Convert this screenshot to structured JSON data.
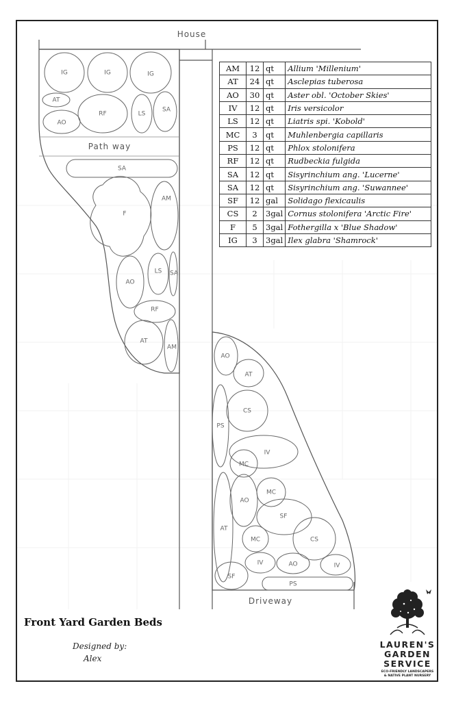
{
  "plan": {
    "house_label": "House",
    "pathway_label": "Path way",
    "driveway_label": "Driveway",
    "beds": [
      {
        "code": "IG"
      },
      {
        "code": "IG"
      },
      {
        "code": "IG"
      },
      {
        "code": "AT"
      },
      {
        "code": "RF"
      },
      {
        "code": "LS"
      },
      {
        "code": "SA"
      },
      {
        "code": "AO"
      },
      {
        "code": "SA"
      },
      {
        "code": "F"
      },
      {
        "code": "AM"
      },
      {
        "code": "AO"
      },
      {
        "code": "LS"
      },
      {
        "code": "SA"
      },
      {
        "code": "RF"
      },
      {
        "code": "AT"
      },
      {
        "code": "AM"
      },
      {
        "code": "AO"
      },
      {
        "code": "AT"
      },
      {
        "code": "CS"
      },
      {
        "code": "PS"
      },
      {
        "code": "IV"
      },
      {
        "code": "MC"
      },
      {
        "code": "MC"
      },
      {
        "code": "AO"
      },
      {
        "code": "SF"
      },
      {
        "code": "AT"
      },
      {
        "code": "MC"
      },
      {
        "code": "CS"
      },
      {
        "code": "SF"
      },
      {
        "code": "IV"
      },
      {
        "code": "AO"
      },
      {
        "code": "IV"
      },
      {
        "code": "PS"
      }
    ]
  },
  "plant_table": [
    {
      "code": "AM",
      "qty": "12",
      "unit": "qt",
      "name": "Allium 'Millenium'"
    },
    {
      "code": "AT",
      "qty": "24",
      "unit": "qt",
      "name": "Asclepias tuberosa"
    },
    {
      "code": "AO",
      "qty": "30",
      "unit": "qt",
      "name": "Aster obl. 'October Skies'"
    },
    {
      "code": "IV",
      "qty": "12",
      "unit": "qt",
      "name": "Iris versicolor"
    },
    {
      "code": "LS",
      "qty": "12",
      "unit": "qt",
      "name": "Liatris spi. 'Kobold'"
    },
    {
      "code": "MC",
      "qty": "3",
      "unit": "qt",
      "name": "Muhlenbergia capillaris"
    },
    {
      "code": "PS",
      "qty": "12",
      "unit": "qt",
      "name": "Phlox stolonifera"
    },
    {
      "code": "RF",
      "qty": "12",
      "unit": "qt",
      "name": "Rudbeckia fulgida"
    },
    {
      "code": "SA",
      "qty": "12",
      "unit": "qt",
      "name": "Sisyrinchium ang. 'Lucerne'"
    },
    {
      "code": "SA",
      "qty": "12",
      "unit": "qt",
      "name": "Sisyrinchium ang. 'Suwannee'"
    },
    {
      "code": "SF",
      "qty": "12",
      "unit": "gal",
      "name": "Solidago flexicaulis"
    },
    {
      "code": "CS",
      "qty": "2",
      "unit": "3gal",
      "name": "Cornus stolonifera 'Arctic Fire'"
    },
    {
      "code": "F",
      "qty": "5",
      "unit": "3gal",
      "name": "Fothergilla x 'Blue Shadow'"
    },
    {
      "code": "IG",
      "qty": "3",
      "unit": "3gal",
      "name": "Ilex glabra 'Shamrock'"
    }
  ],
  "title": "Front Yard Garden Beds",
  "designed_by_label": "Designed by:",
  "designer": "Alex",
  "logo": {
    "line1": "LAUREN'S",
    "line2": "GARDEN",
    "line3": "SERVICE",
    "tagline1": "ECO-FRIENDLY LANDSCAPERS",
    "tagline2": "& NATIVE PLANT NURSERY"
  }
}
